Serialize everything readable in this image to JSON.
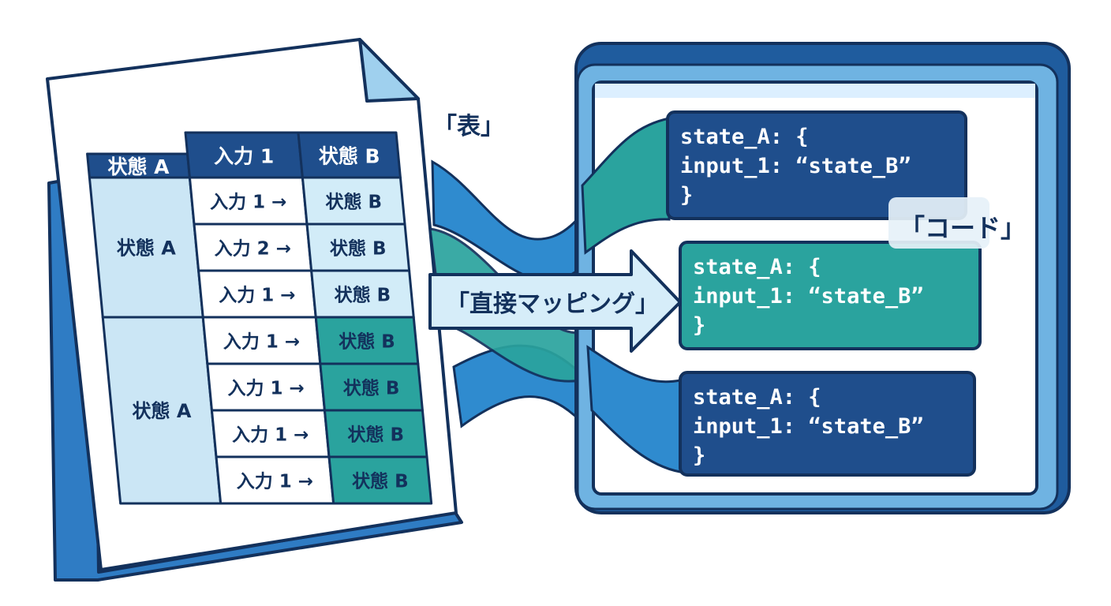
{
  "labels": {
    "table": "「表」",
    "code": "「コード」",
    "mapping": "「直接マッピング」"
  },
  "table": {
    "headers": [
      "状態 A",
      "入力 1",
      "状態 B"
    ],
    "groups": [
      {
        "label": "状態 A",
        "rows": [
          {
            "input": "入力 1 →",
            "output": "状態 B"
          },
          {
            "input": "入力 2 →",
            "output": "状態 B"
          },
          {
            "input": "入力 1 →",
            "output": "状態 B"
          }
        ]
      },
      {
        "label": "状態 A",
        "rows": [
          {
            "input": "入力 1 →",
            "output": "状態 B"
          },
          {
            "input": "入力 1 →",
            "output": "状態 B"
          },
          {
            "input": "入力 1 →",
            "output": "状態 B"
          },
          {
            "input": "入力 1 →",
            "output": "状態 B"
          }
        ]
      }
    ]
  },
  "code_blocks": [
    {
      "lines": [
        "state_A: {",
        "  input_1: “state_B”",
        "}"
      ]
    },
    {
      "lines": [
        "state_A: {",
        "  input_1: “state_B”",
        "}"
      ]
    },
    {
      "lines": [
        "state_A: {",
        "  input_1: “state_B”",
        "}"
      ]
    }
  ],
  "colors": {
    "navy": "#1f4e8c",
    "teal": "#2aa39e",
    "light_blue": "#cbe6f5",
    "mid_blue": "#3d8fd0",
    "ink": "#13315c"
  }
}
